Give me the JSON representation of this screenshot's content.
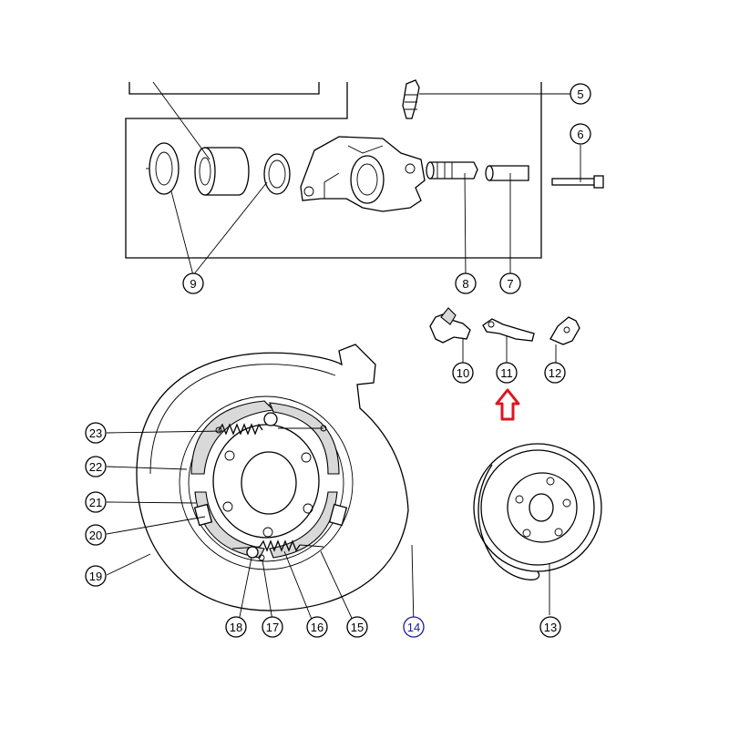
{
  "callouts": {
    "c5": "5",
    "c6": "6",
    "c7": "7",
    "c8": "8",
    "c9": "9",
    "c10": "10",
    "c11": "11",
    "c12": "12",
    "c13": "13",
    "c14": "14",
    "c15": "15",
    "c16": "16",
    "c17": "17",
    "c18": "18",
    "c19": "19",
    "c20": "20",
    "c21": "21",
    "c22": "22",
    "c23": "23"
  },
  "colors": {
    "line": "#000000",
    "highlight_arrow": "#e0141e",
    "callout_14": "#1a1aa0",
    "background": "#ffffff"
  }
}
